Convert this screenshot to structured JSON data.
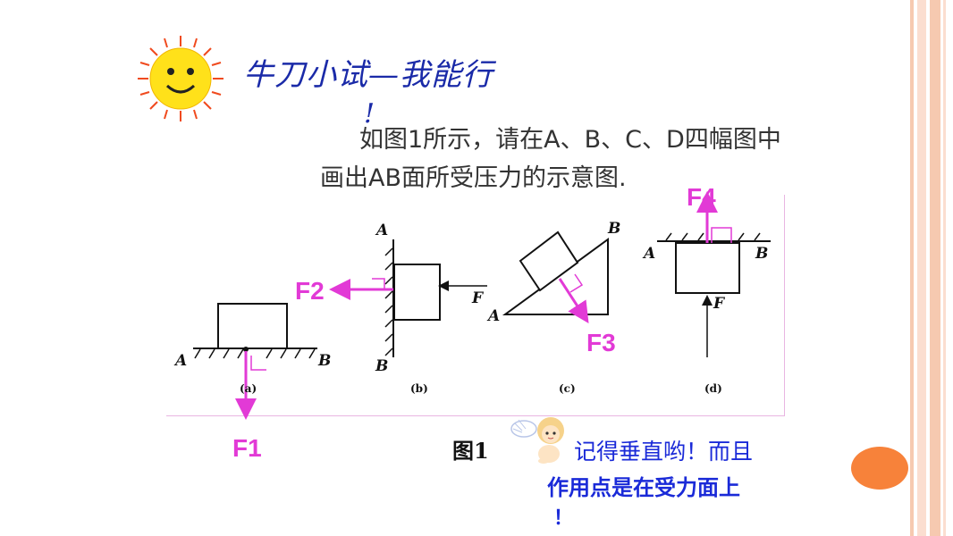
{
  "slide": {
    "title": "牛刀小试—我能行",
    "title_mark": "!",
    "instruction_line1": "如图1所示，请在A、B、C、D四幅图中",
    "instruction_line2": "画出AB面所受压力的示意图."
  },
  "figure": {
    "caption": "图1",
    "panels": [
      {
        "id": "a",
        "label": "(a)",
        "left_letter": "A",
        "right_letter": "B",
        "force": "F1"
      },
      {
        "id": "b",
        "label": "(b)",
        "top_letter": "A",
        "bottom_letter": "B",
        "applied": "F",
        "force": "F2"
      },
      {
        "id": "c",
        "label": "(c)",
        "left_letter": "A",
        "top_letter": "B",
        "force": "F3"
      },
      {
        "id": "d",
        "label": "(d)",
        "left_letter": "A",
        "right_letter": "B",
        "applied": "F",
        "force": "F4"
      }
    ]
  },
  "hint": {
    "line1": "记得垂直哟！而且",
    "line2": "作用点是在受力面上",
    "line3": "！"
  },
  "colors": {
    "force": "#e23ad6",
    "title": "#1a2aa8",
    "hint": "#1a2ad8",
    "sun": "#ffe11a",
    "orange_dot": "#f7823a",
    "stripe": "#f6c9b0"
  },
  "icons": [
    "sun-icon",
    "angel-icon",
    "orange-circle-icon"
  ]
}
